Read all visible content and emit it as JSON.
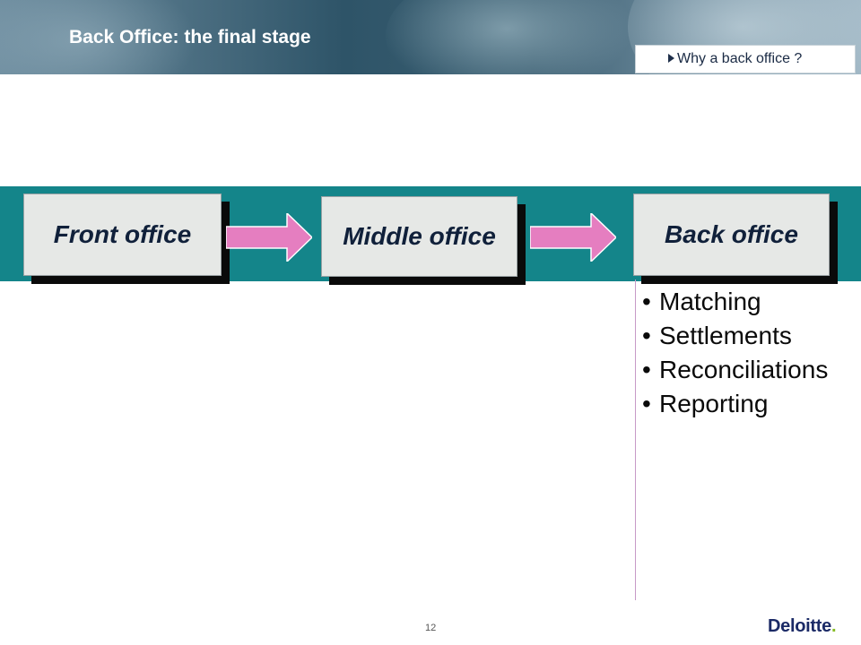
{
  "header": {
    "title": "Back Office: the final stage",
    "link_label": "Why a back office ?"
  },
  "diagram": {
    "offices": [
      {
        "label": "Front office"
      },
      {
        "label": "Middle office"
      },
      {
        "label": "Back office"
      }
    ],
    "back_office_tasks": [
      "Matching",
      "Settlements",
      "Reconciliations",
      "Reporting"
    ]
  },
  "footer": {
    "page_number": "12",
    "logo_text": "Deloitte",
    "logo_dot": "."
  },
  "colors": {
    "band": "#14858a",
    "arrow": "#e57ec0",
    "box_fill": "#e6e8e6",
    "logo_blue": "#1b2a66",
    "logo_green": "#86bc25"
  }
}
